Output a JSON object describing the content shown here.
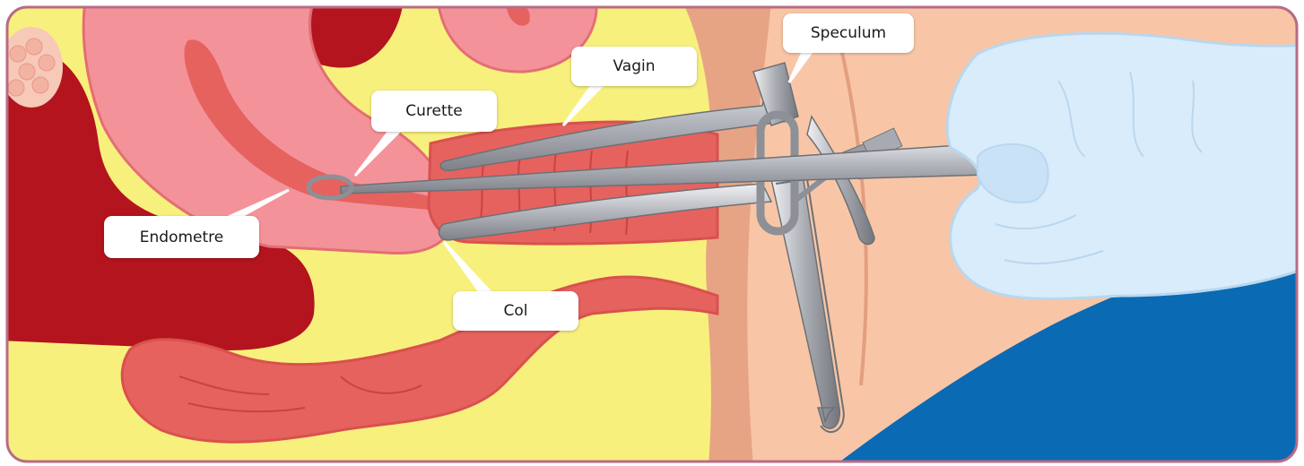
{
  "labels": {
    "speculum": "Speculum",
    "vagin": "Vagin",
    "curette": "Curette",
    "endometre": "Endometre",
    "col": "Col"
  },
  "colors": {
    "frame_border": "#b86b84",
    "background_skin": "#f8c6a6",
    "deep_red_tissue": "#b3141e",
    "fat_yellow": "#f8f07c",
    "uterus_pink": "#f4929a",
    "muscle_red": "#e6625e",
    "glove_blue": "#d9ecfb",
    "drape_blue": "#0a6ab3",
    "metal": "#b9bcc2"
  }
}
